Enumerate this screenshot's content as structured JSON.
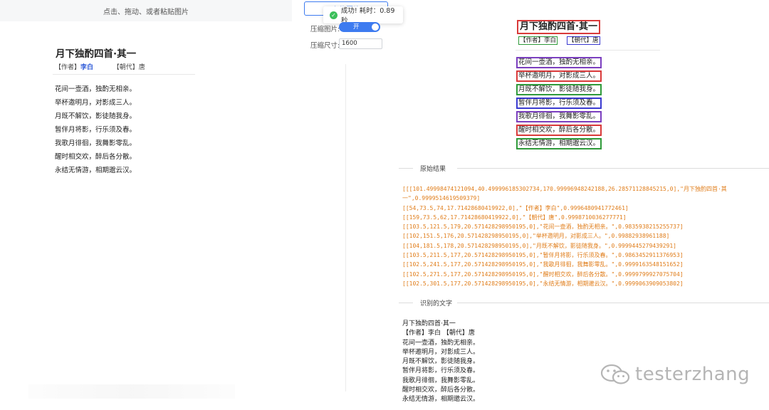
{
  "upload": {
    "hint": "点击、拖动、或者粘贴图片",
    "button_label": "上传图片"
  },
  "toast": {
    "message": "成功! 耗时：0.89 秒",
    "icon": "check-circle-icon"
  },
  "settings": {
    "compress_label": "压缩图片:",
    "compress_toggle": "开",
    "size_label": "压缩尺寸:",
    "size_value": "1600"
  },
  "doc": {
    "title": "月下独酌四首·其一",
    "author_label": "【作者】",
    "author": "李白",
    "dynasty_label": "【朝代】",
    "dynasty": "唐",
    "lines": [
      "花间一壶酒，独酌无相亲。",
      "举杯邀明月，对影成三人。",
      "月既不解饮，影徒随我身。",
      "暂伴月将影，行乐须及春。",
      "我歌月徘徊，我舞影零乱。",
      "醒时相交欢，醉后各分散。",
      "永结无情游，相期邈云汉。"
    ]
  },
  "annotated": {
    "title": "月下独酌四首·其一",
    "author": "【作者】李白",
    "dynasty": "【朝代】唐",
    "lines": [
      "花间一壶酒，独酌无相亲。",
      "举杯邀明月，对影成三人。",
      "月既不解饮，影徒随我身。",
      "暂伴月将影，行乐须及春。",
      "我歌月徘徊，我舞影零乱。",
      "醒时相交欢，醉后各分散。",
      "永结无情游，相期邈云汉。"
    ],
    "colors": [
      "#7b3fbf",
      "#d93a3a",
      "#2f9a3a",
      "#3a3ad0",
      "#7b3fbf",
      "#d93a3a",
      "#2f9a3a"
    ]
  },
  "raw": {
    "heading": "原始结果",
    "lines": [
      "[[[101.49998474121094,40.499996185302734,170.99996948242188,26.28571128845215,0],\"月下独酌四首·其",
      "一\",0.9999514619509379]",
      "[[54,73.5,74,17.71428680419922,0],\"【作者】李白\",0.9996480941772461]",
      "[[159,73.5,62,17.71428680419922,0],\"【朝代】唐\",0.9998710036277771]",
      "[[103.5,121.5,179,20.571428298950195,0],\"花间一壶酒，独酌无相亲。\",0.9835938215255737]",
      "[[102,151.5,176,20.571428298950195,0],\"举杯邀明月，对影成三人。\",0.99882938961188]",
      "[[104,181.5,178,20.571428298950195,0],\"月既不解饮，影徒随我身。\",0.9999445279439291]",
      "[[103.5,211.5,177,20.571428298950195,0],\"暂伴月将影，行乐须及春。\",0.9863452911376953]",
      "[[102.5,241.5,177,20.571428298950195,0],\"我歌月徘徊，我舞影零乱。\",0.9999163548151652]",
      "[[102.5,271.5,177,20.571428298950195,0],\"醒时相交欢，醉后各分散。\",0.9999799927075704]",
      "[[102.5,301.5,177,20.571428298950195,0],\"永结无情游，相期邈云汉。\",0.9999063909053802]"
    ]
  },
  "ocr": {
    "heading": "识别的文字",
    "lines": [
      "月下独酌四首·其一",
      "【作者】李白 【朝代】唐",
      "花间一壶酒，独酌无相亲。",
      "举杯邀明月，对影成三人。",
      "月既不解饮，影徒随我身。",
      "暂伴月将影，行乐须及春。",
      "我歌月徘徊，我舞影零乱。",
      "醒时相交欢，醉后各分散。",
      "永结无情游，相期邈云汉。"
    ]
  },
  "watermark": {
    "text": "testerzhang",
    "icon": "wechat-icon"
  }
}
